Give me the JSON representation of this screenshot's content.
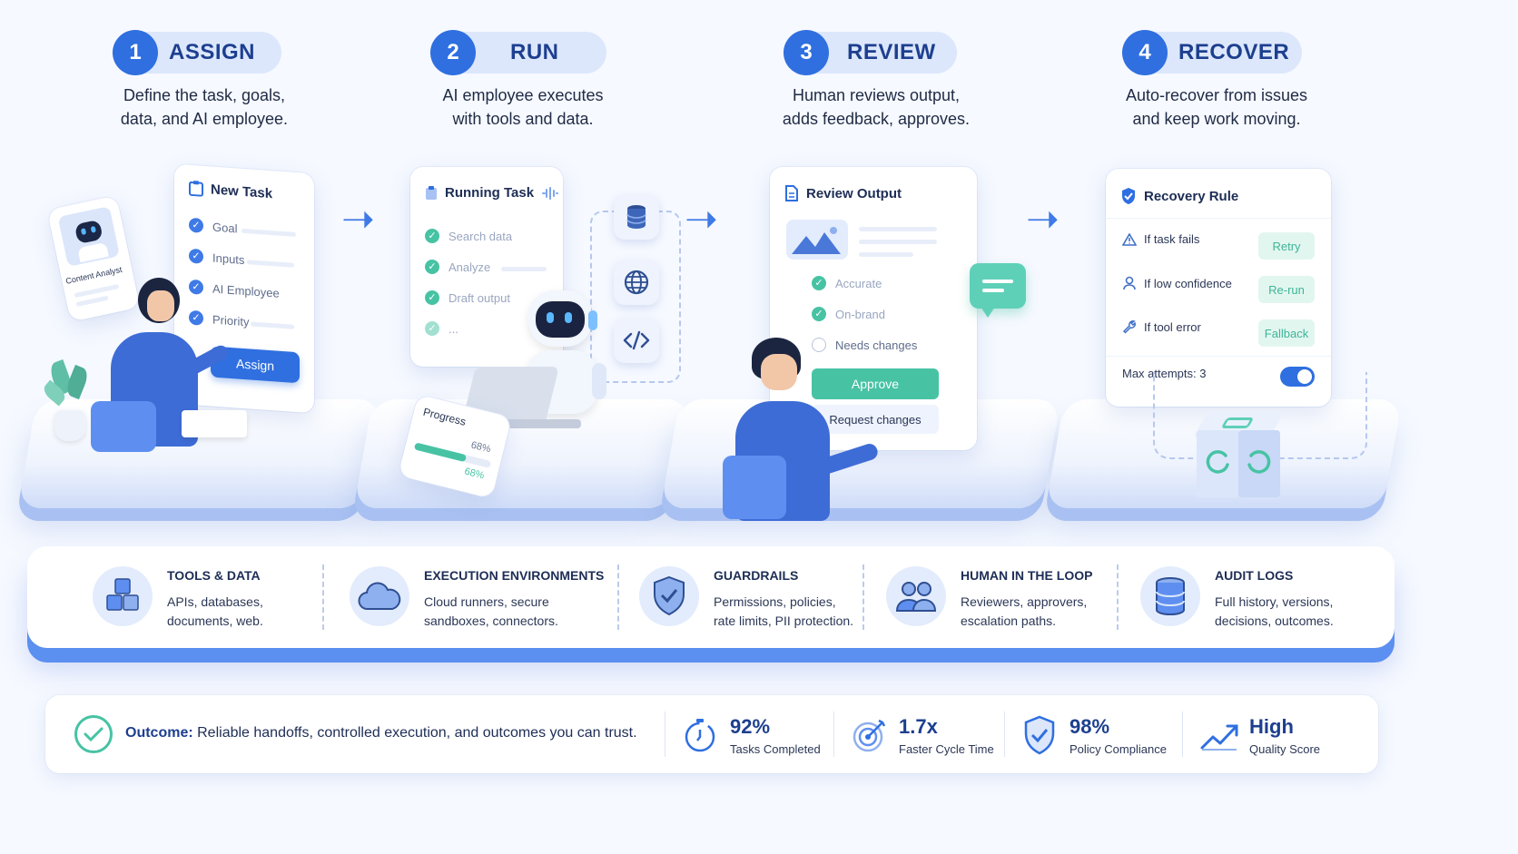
{
  "steps": [
    {
      "num": "1",
      "title": "ASSIGN",
      "desc_line1": "Define the task, goals,",
      "desc_line2": "data, and AI employee."
    },
    {
      "num": "2",
      "title": "RUN",
      "desc_line1": "AI employee executes",
      "desc_line2": "with tools and data."
    },
    {
      "num": "3",
      "title": "REVIEW",
      "desc_line1": "Human reviews output,",
      "desc_line2": "adds feedback, approves."
    },
    {
      "num": "4",
      "title": "RECOVER",
      "desc_line1": "Auto-recover from issues",
      "desc_line2": "and keep work moving."
    }
  ],
  "assign_card": {
    "title": "New Task",
    "rows": [
      "Goal",
      "Inputs",
      "AI Employee",
      "Priority"
    ],
    "button": "Assign",
    "profile_label": "Content Analyst"
  },
  "run_card": {
    "title": "Running Task",
    "rows": [
      "Search data",
      "Analyze",
      "Draft output",
      "..."
    ],
    "progress_label": "Progress",
    "progress_value_a": "68%",
    "progress_value_b": "68%",
    "progress": 0.68
  },
  "review_card": {
    "title": "Review Output",
    "rows": [
      "Accurate",
      "On-brand",
      "Needs changes"
    ],
    "approve": "Approve",
    "request": "Request changes"
  },
  "recover_card": {
    "title": "Recovery Rule",
    "rules": [
      {
        "label": "If task fails",
        "action": "Retry"
      },
      {
        "label": "If low confidence",
        "action": "Re-run"
      },
      {
        "label": "If tool error",
        "action": "Fallback"
      }
    ],
    "max_attempts": "Max attempts: 3",
    "toggle_on": true
  },
  "features": [
    {
      "title": "TOOLS & DATA",
      "line1": "APIs, databases,",
      "line2": "documents, web.",
      "icon": "cubes-icon"
    },
    {
      "title": "EXECUTION ENVIRONMENTS",
      "line1": "Cloud runners, secure",
      "line2": "sandboxes, connectors.",
      "icon": "cloud-icon"
    },
    {
      "title": "GUARDRAILS",
      "line1": "Permissions, policies,",
      "line2": "rate limits, PII protection.",
      "icon": "shield-icon"
    },
    {
      "title": "HUMAN IN THE LOOP",
      "line1": "Reviewers, approvers,",
      "line2": "escalation paths.",
      "icon": "people-icon"
    },
    {
      "title": "AUDIT LOGS",
      "line1": "Full history, versions,",
      "line2": "decisions, outcomes.",
      "icon": "database-icon"
    }
  ],
  "outcome": {
    "label": "Outcome:",
    "text": "Reliable handoffs, controlled execution, and outcomes you can trust."
  },
  "metrics": [
    {
      "value": "92%",
      "label": "Tasks Completed",
      "icon": "timer-icon"
    },
    {
      "value": "1.7x",
      "label": "Faster Cycle Time",
      "icon": "target-icon"
    },
    {
      "value": "98%",
      "label": "Policy Compliance",
      "icon": "shield-check-icon"
    },
    {
      "value": "High",
      "label": "Quality Score",
      "icon": "trend-up-icon"
    }
  ],
  "colors": {
    "accent": "#2f6fe0",
    "green": "#47c3a4",
    "navy": "#1d3f8f"
  }
}
